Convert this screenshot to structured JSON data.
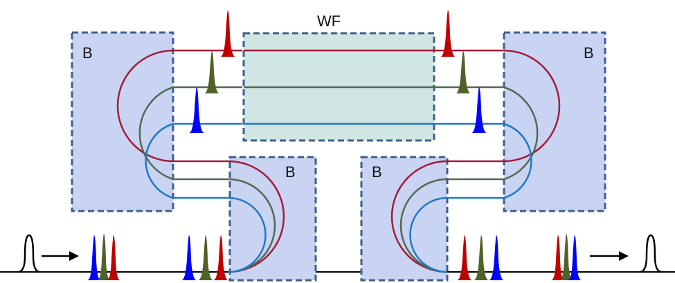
{
  "labels": {
    "wf": "WF",
    "b_left_top": "B",
    "b_right_top": "B",
    "b_left_bottom": "B",
    "b_right_bottom": "B"
  },
  "colors": {
    "red_path": "#a31a3a",
    "green_path": "#4f6a50",
    "blue_path": "#1e78c8",
    "red_pulse": "#c00000",
    "green_pulse": "#4f6228",
    "blue_pulse": "#0000ff",
    "b_fill": "#c9d3f2",
    "b_border": "#3d5f8c",
    "wf_fill": "#cfe6e3",
    "line": "#000000"
  }
}
